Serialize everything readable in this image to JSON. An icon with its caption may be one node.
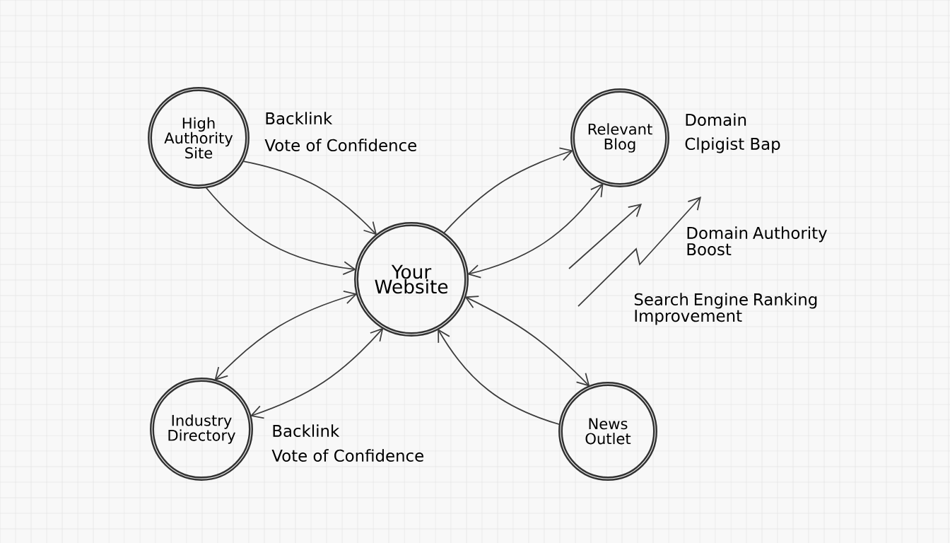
{
  "diagram": {
    "nodes": [
      {
        "text": [
          "High Authority Site"
        ]
      },
      {
        "text": [
          "Your Website"
        ]
      },
      {
        "text": [
          "Relevant Blog"
        ]
      },
      {
        "text": [
          "Industry Directory"
        ]
      },
      {
        "text": [
          "News Outlet"
        ]
      }
    ],
    "edges": [
      {
        "from": 0,
        "to": 1,
        "arrow": "to"
      },
      {
        "from": 0,
        "to": 1,
        "arrow": "to"
      },
      {
        "from": 1,
        "to": 2,
        "arrow": "to"
      },
      {
        "from": 2,
        "to": 1,
        "arrow": "both"
      },
      {
        "from": 1,
        "to": 3,
        "arrow": "both"
      },
      {
        "from": 3,
        "to": 1,
        "arrow": "both"
      },
      {
        "from": 4,
        "to": 1,
        "arrow": "to"
      },
      {
        "from": 1,
        "to": 4,
        "arrow": "both"
      }
    ],
    "labels": [
      "Backlink",
      "Vote of Confidence",
      "Domain",
      "Clpigist Bap",
      "Domain Authority Boost",
      "Search Engine Ranking Improvement",
      "Backlink",
      "Vote of Confidence"
    ]
  }
}
